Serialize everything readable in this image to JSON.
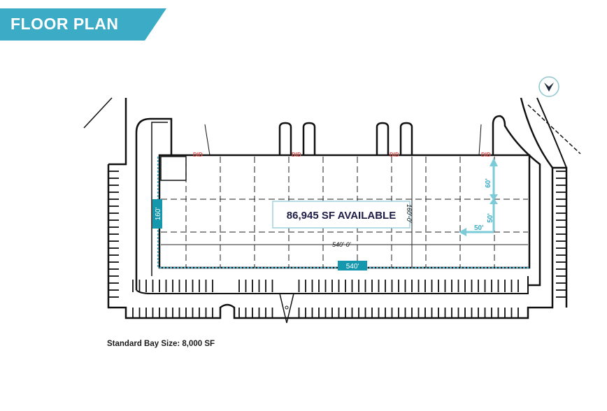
{
  "header": {
    "title": "FLOOR PLAN"
  },
  "plan": {
    "available_label": "86,945 SF AVAILABLE",
    "width_badge": "540'",
    "depth_badge": "160'",
    "width_dim": "540'-0'",
    "depth_dim": "160'-0'",
    "bay_depth_dim": "60'",
    "bay_width_dim": "50'",
    "bay_depth_dim_2": "50'",
    "door_labels": [
      "DID",
      "DID",
      "DID",
      "DID"
    ],
    "north_icon": "north-arrow-icon"
  },
  "footer": {
    "bay_size": "Standard Bay Size: 8,000 SF"
  },
  "colors": {
    "accent": "#3cacc6",
    "text_dark": "#1e1d45",
    "door_red": "#d9534f"
  }
}
